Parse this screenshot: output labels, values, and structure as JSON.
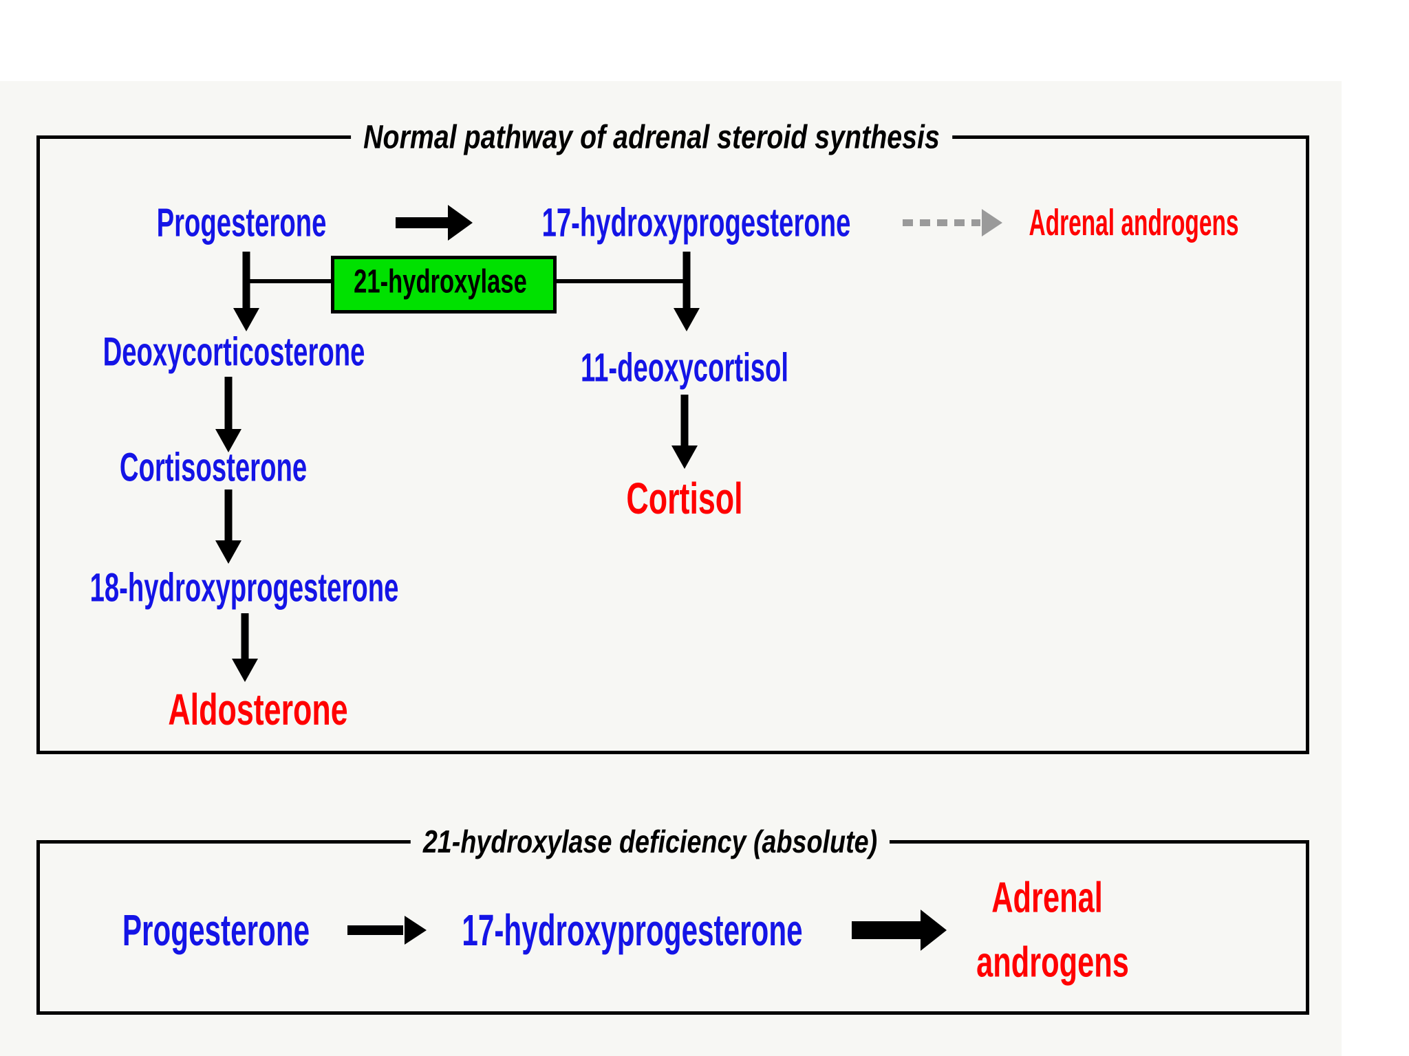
{
  "colors": {
    "panel_background": "#f7f7f4",
    "precursor_blue": "#1414e6",
    "product_red": "#ff0000",
    "enzyme_green": "#00e100",
    "arrow_black": "#000000",
    "dashed_arrow_gray": "#9a9a9a"
  },
  "normal": {
    "title": "Normal pathway of adrenal steroid synthesis",
    "enzyme": "21-hydroxylase",
    "nodes": {
      "progesterone": "Progesterone",
      "hydroxyprogesterone17": "17-hydroxyprogesterone",
      "adrenal_androgens": "Adrenal androgens",
      "deoxycorticosterone": "Deoxycorticosterone",
      "deoxycortisol11": "11-deoxycortisol",
      "cortisosterone": "Cortisosterone",
      "cortisol": "Cortisol",
      "hydroxyprogesterone18": "18-hydroxyprogesterone",
      "aldosterone": "Aldosterone"
    }
  },
  "deficiency": {
    "title": "21-hydroxylase deficiency (absolute)",
    "nodes": {
      "progesterone": "Progesterone",
      "hydroxyprogesterone17": "17-hydroxyprogesterone",
      "adrenal_androgens_line1": "Adrenal",
      "adrenal_androgens_line2": "androgens"
    }
  }
}
